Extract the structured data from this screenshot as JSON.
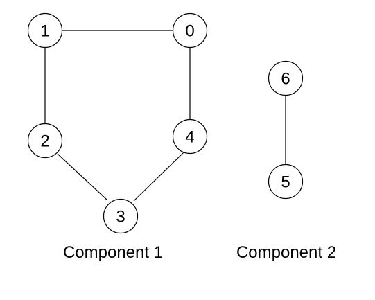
{
  "components": [
    {
      "caption": "Component 1",
      "nodes": [
        "0",
        "1",
        "2",
        "3",
        "4"
      ],
      "edges": [
        [
          "1",
          "0"
        ],
        [
          "1",
          "2"
        ],
        [
          "2",
          "3"
        ],
        [
          "3",
          "4"
        ],
        [
          "4",
          "0"
        ]
      ]
    },
    {
      "caption": "Component 2",
      "nodes": [
        "6",
        "5"
      ],
      "edges": [
        [
          "6",
          "5"
        ]
      ]
    }
  ],
  "nodes": {
    "n0": "0",
    "n1": "1",
    "n2": "2",
    "n3": "3",
    "n4": "4",
    "n5": "5",
    "n6": "6"
  },
  "captions": {
    "component1": "Component 1",
    "component2": "Component 2"
  }
}
